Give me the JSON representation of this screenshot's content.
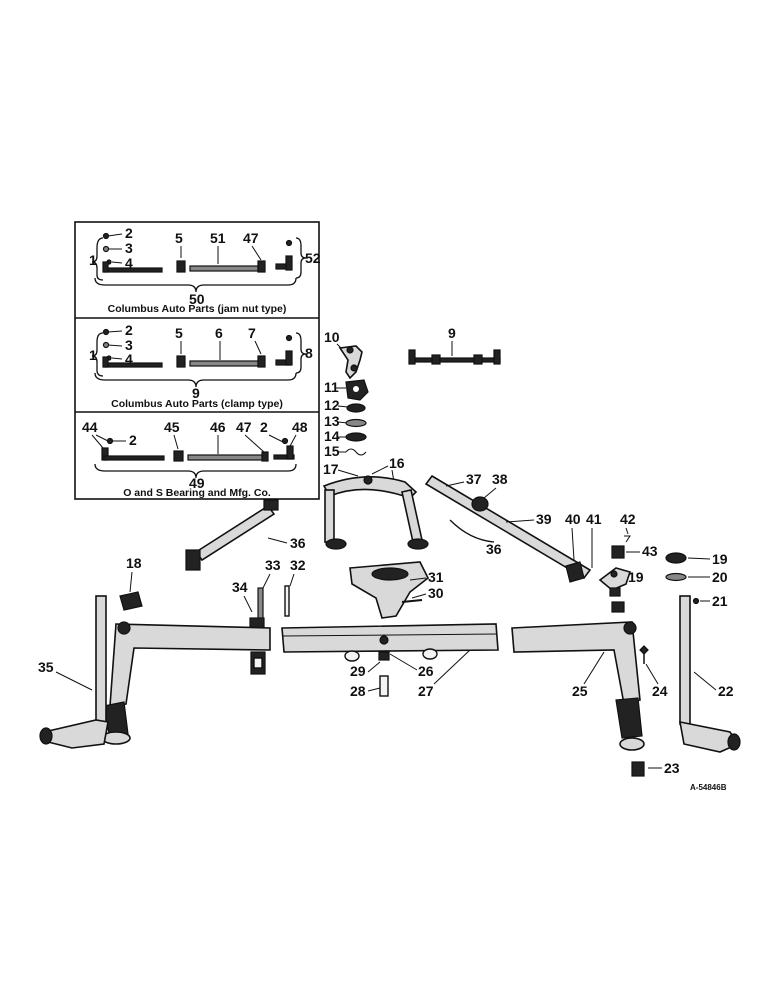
{
  "diagram": {
    "inset_boxes": [
      {
        "caption": "Columbus Auto Parts (jam nut type)",
        "assembly_number": "50"
      },
      {
        "caption": "Columbus Auto Parts (clamp type)",
        "assembly_number": "9"
      },
      {
        "caption": "O and S Bearing and Mfg. Co.",
        "assembly_number": "49"
      }
    ],
    "reference_code": "A-54846B",
    "labels": {
      "l1a": "1",
      "l2a": "2",
      "l3a": "3",
      "l4a": "4",
      "l5a": "5",
      "l51": "51",
      "l47a": "47",
      "l52": "52",
      "l1b": "1",
      "l2b": "2",
      "l3b": "3",
      "l4b": "4",
      "l5b": "5",
      "l6": "6",
      "l7": "7",
      "l8": "8",
      "l44": "44",
      "l2c": "2",
      "l45": "45",
      "l46": "46",
      "l47c": "47",
      "l2d": "2",
      "l48": "48",
      "l10": "10",
      "l9": "9",
      "l11": "11",
      "l12": "12",
      "l13": "13",
      "l14": "14",
      "l15": "15",
      "l16": "16",
      "l17": "17",
      "l36a": "36",
      "l18": "18",
      "l33": "33",
      "l32": "32",
      "l34": "34",
      "l31": "31",
      "l30": "30",
      "l35": "35",
      "l29": "29",
      "l26": "26",
      "l27": "27",
      "l28": "28",
      "l37": "37",
      "l38": "38",
      "l39": "39",
      "l36b": "36",
      "l40": "40",
      "l41": "41",
      "l42": "42",
      "l43": "43",
      "l19a": "19",
      "l19b": "19",
      "l20": "20",
      "l21": "21",
      "l25": "25",
      "l24": "24",
      "l22": "22",
      "l23": "23"
    }
  }
}
